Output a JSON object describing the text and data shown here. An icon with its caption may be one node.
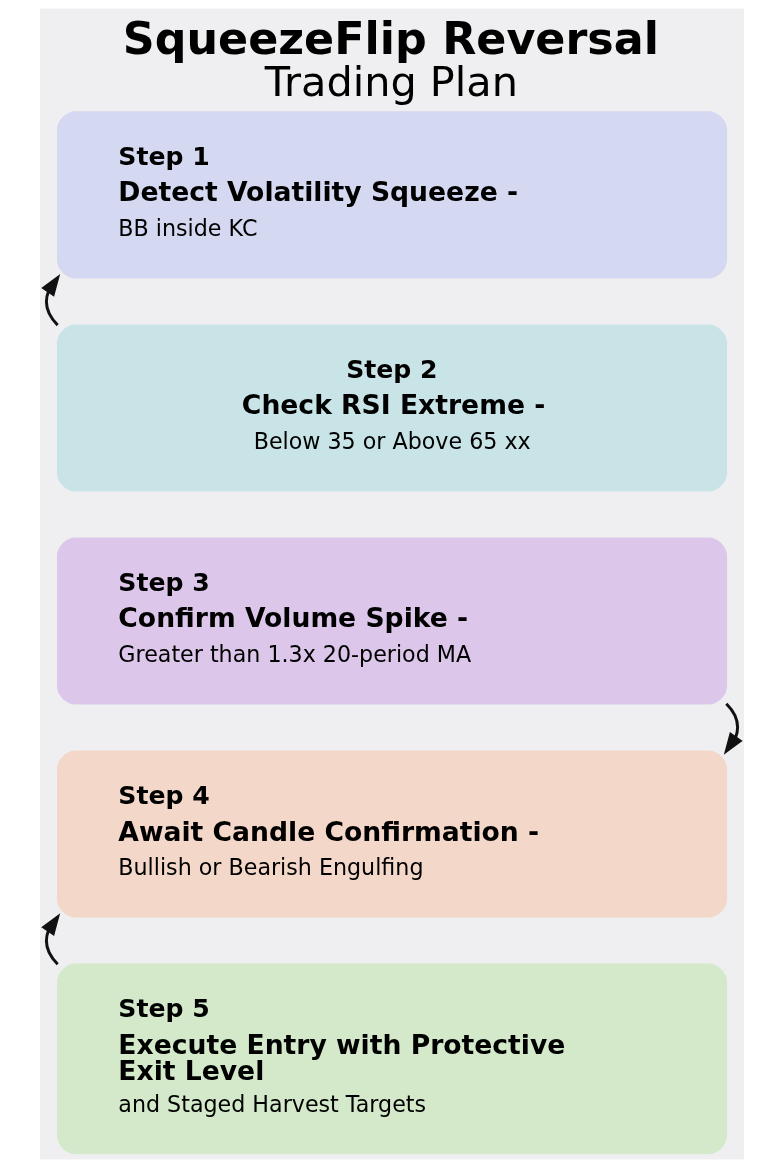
{
  "diagram": {
    "title": "SqueezeFlip Reversal Trading Plan",
    "nodes": [
      {
        "text": [
          "Step 1",
          "Detect Volatility Squeeze -",
          "BB inside KC"
        ]
      },
      {
        "text": [
          "Step 2",
          "Check RSI Extreme -",
          "Below 35 or Above 65 xx"
        ]
      },
      {
        "text": [
          "Step 3",
          "Confirm Volume Spike -",
          "Greater than 1.3x 20-period MA"
        ]
      },
      {
        "text": [
          "Step 4",
          "Await Candle Confirmation -",
          "Bullish or Bearish Engulfing"
        ]
      },
      {
        "text": [
          "Step 5",
          "Execute Entry with Protective Exit Level",
          "and Staged Harvest Targets"
        ]
      }
    ],
    "edges": [
      {
        "from": 1,
        "to": 0,
        "arrow": "to"
      },
      {
        "from": 2,
        "to": 3,
        "arrow": "to"
      },
      {
        "from": 4,
        "to": 3,
        "arrow": "to"
      }
    ]
  }
}
